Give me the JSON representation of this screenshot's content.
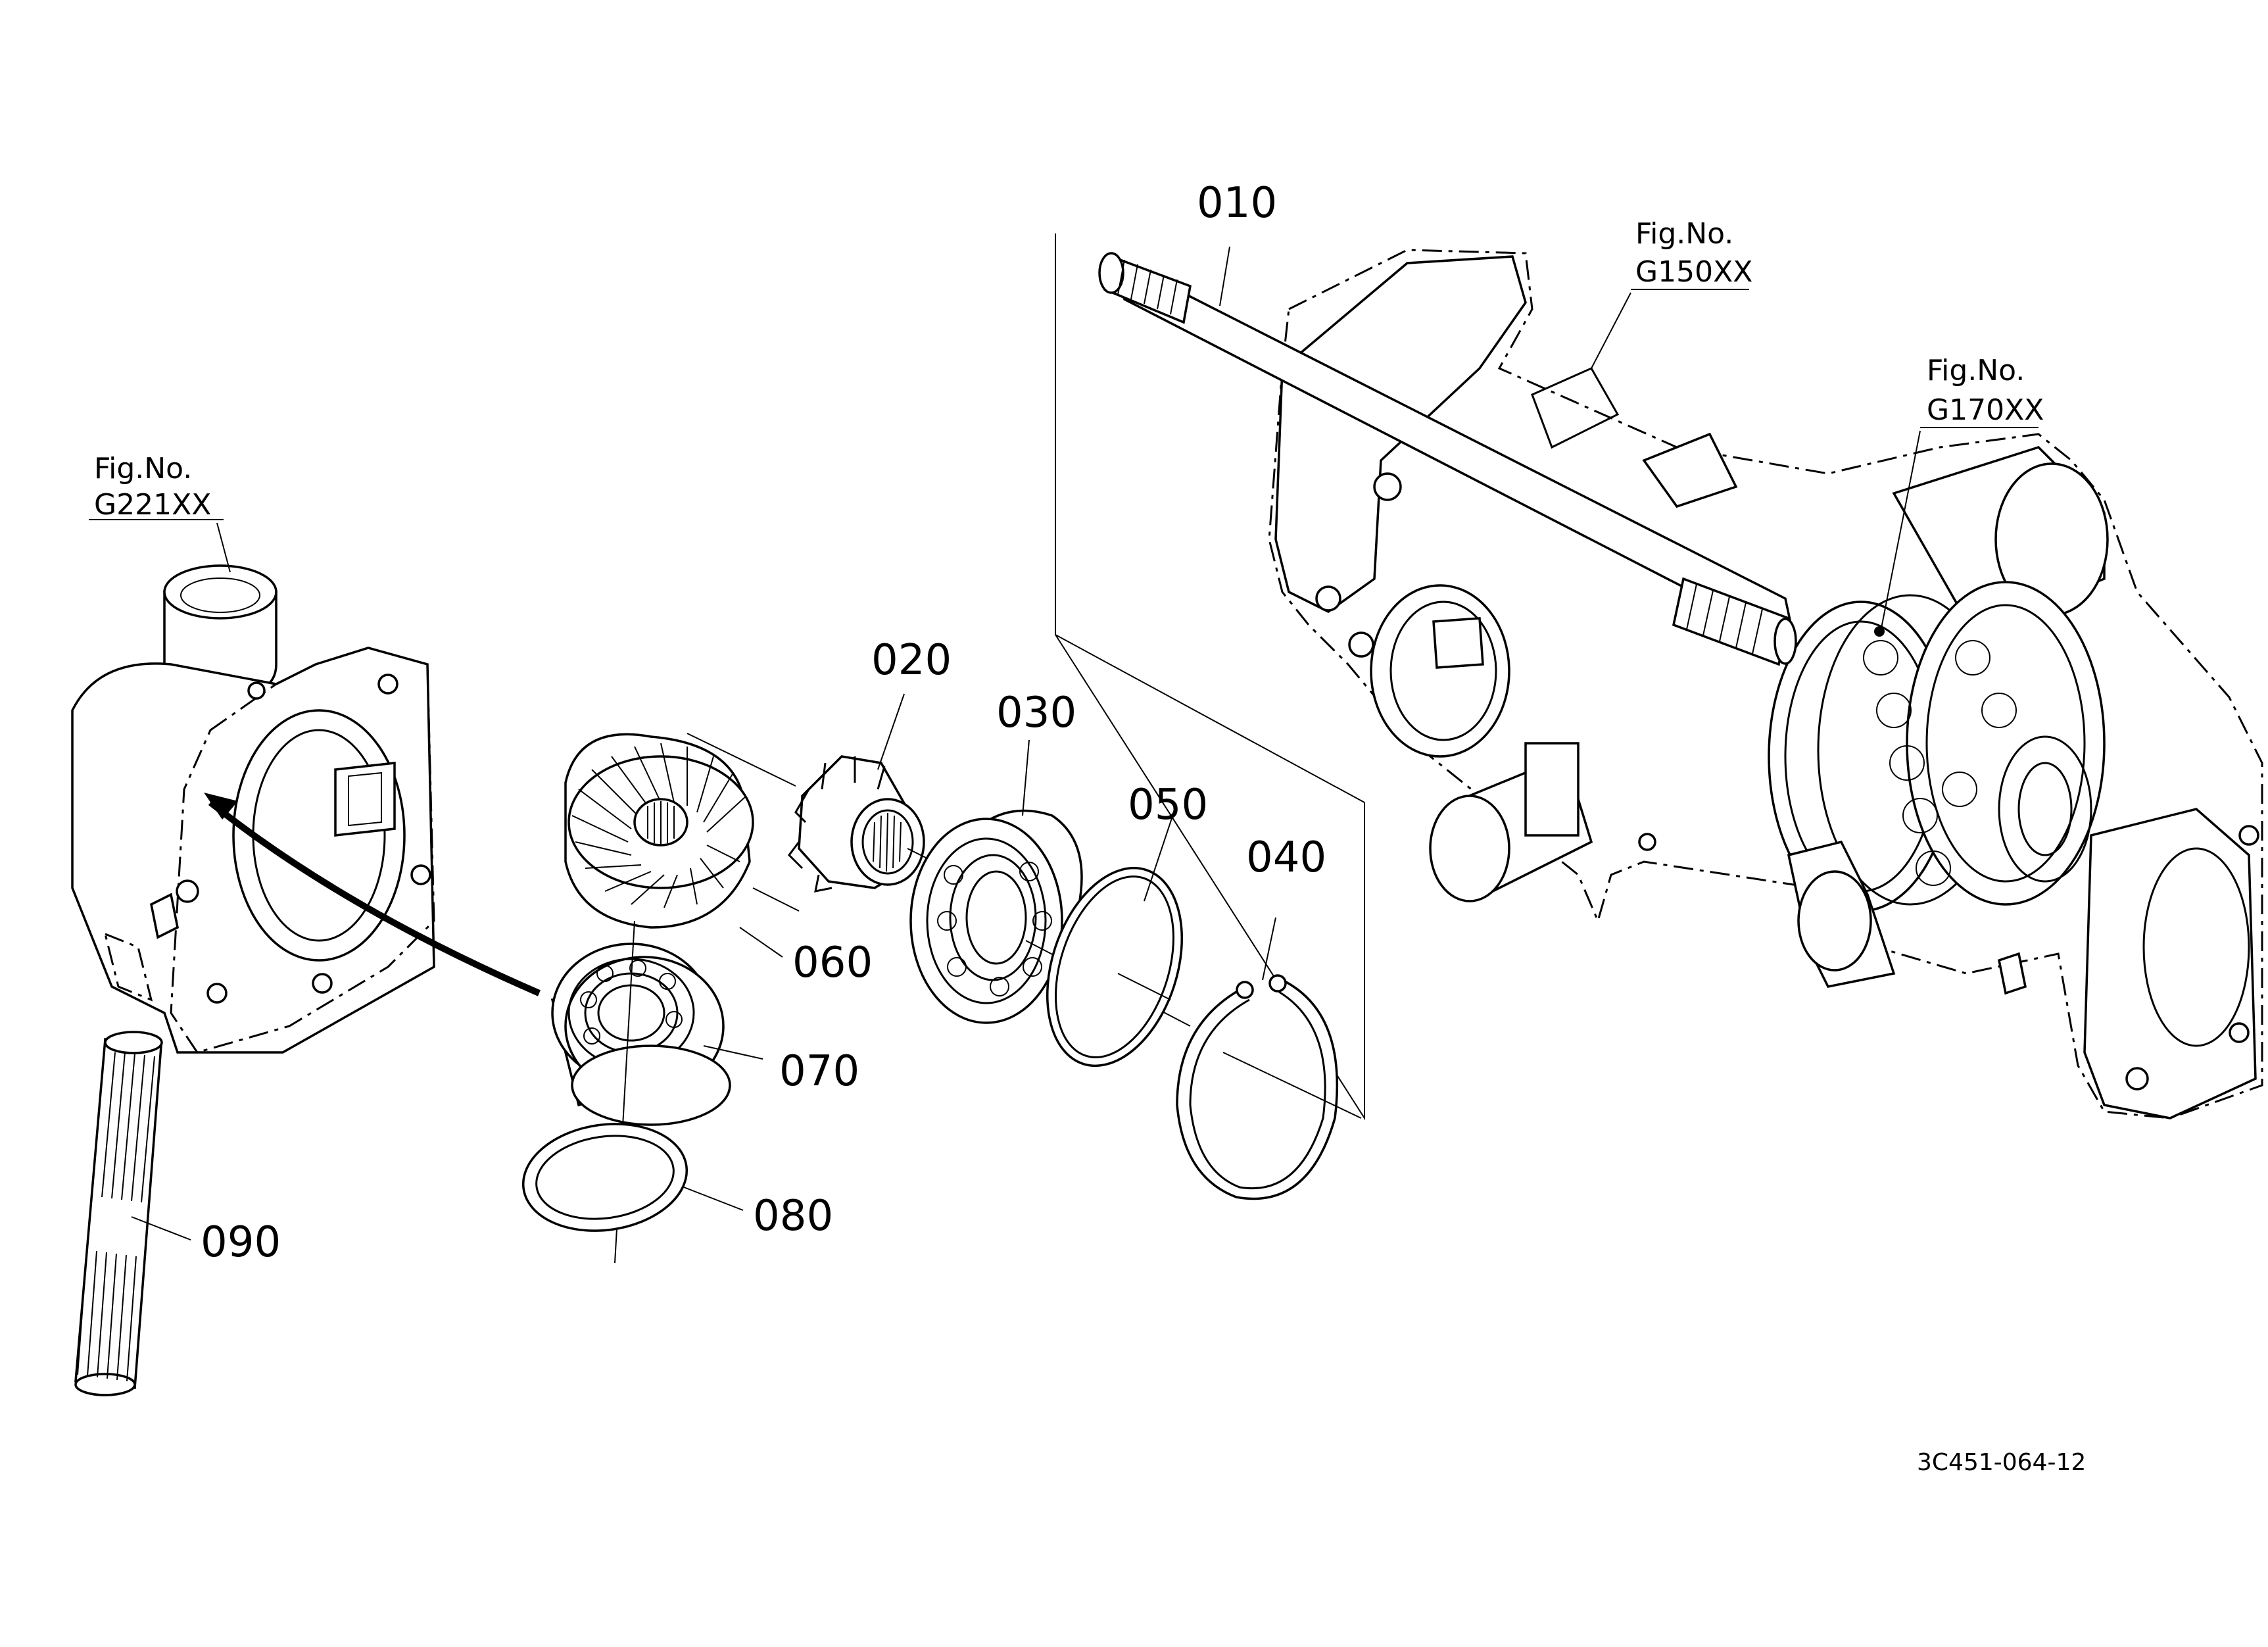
{
  "parts": [
    {
      "ref": "010"
    },
    {
      "ref": "020"
    },
    {
      "ref": "030"
    },
    {
      "ref": "040"
    },
    {
      "ref": "050"
    },
    {
      "ref": "060"
    },
    {
      "ref": "070"
    },
    {
      "ref": "080"
    },
    {
      "ref": "090"
    }
  ],
  "figure_refs": {
    "left": {
      "line1": "Fig.No.",
      "line2": "G221XX"
    },
    "top": {
      "line1": "Fig.No.",
      "line2": "G150XX"
    },
    "right": {
      "line1": "Fig.No.",
      "line2": "G170XX"
    }
  },
  "drawing_code": "3C451-064-12"
}
